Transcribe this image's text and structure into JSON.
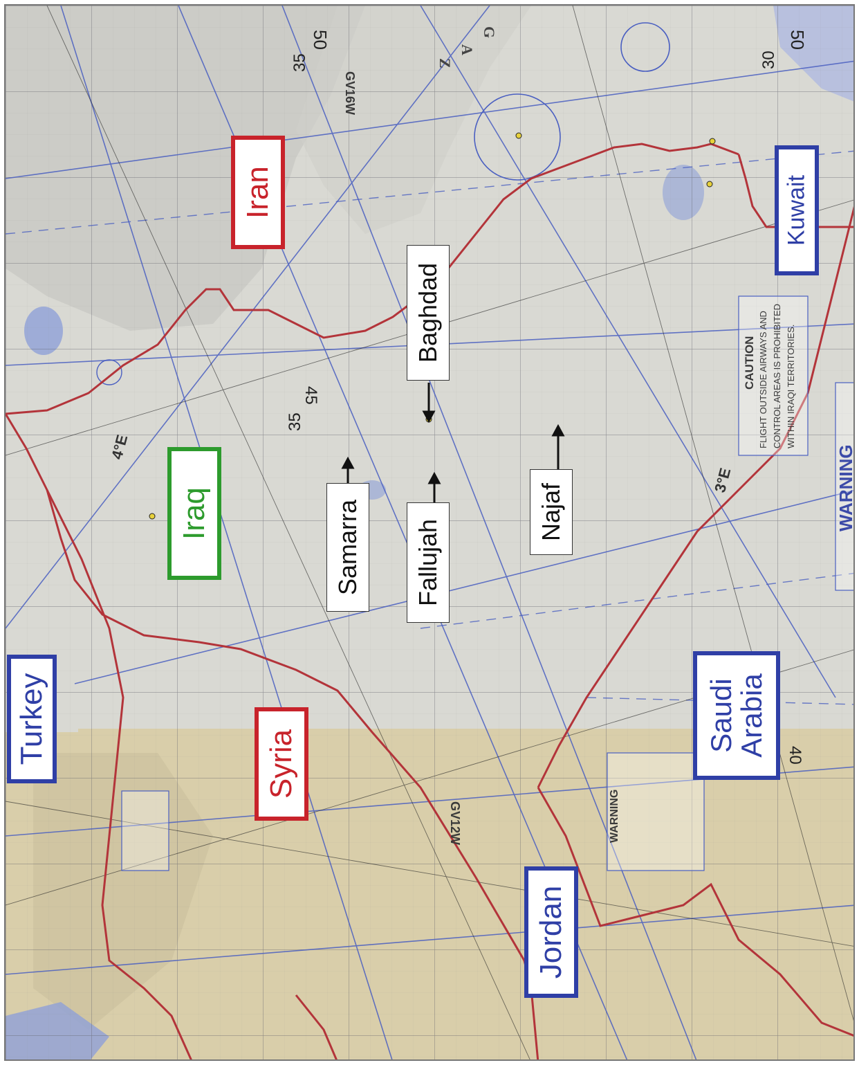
{
  "colors": {
    "country_blue": "#2f3fa6",
    "country_red": "#c8232b",
    "country_green": "#2d9b2d",
    "border_red": "#b3343a",
    "chart_blue": "#4a5fc1",
    "terrain_gray": "#d9d9d3",
    "terrain_tan": "#d9ceaa",
    "water_blue": "#8ea0d8"
  },
  "countries": {
    "turkey": "Turkey",
    "iran": "Iran",
    "iraq": "Iraq",
    "syria": "Syria",
    "saudi_arabia": "Saudi\nArabia",
    "jordan": "Jordan",
    "kuwait": "Kuwait"
  },
  "cities": {
    "baghdad": "Baghdad",
    "samarra": "Samarra",
    "fallujah": "Fallujah",
    "najaf": "Najaf"
  },
  "chart_text": {
    "caution_1": "CAUTION",
    "caution_2": "FLIGHT OUTSIDE AIRWAYS AND",
    "caution_3": "CONTROL AREAS IS PROHIBITED",
    "caution_4": "WITHIN IRAQI TERRITORIES.",
    "warning_right": "WARNING",
    "warning_jordan": "WARNING",
    "route_gv16w": "GV16W",
    "route_gv12w": "GV12W",
    "grid_50_top": "50",
    "grid_50_right": "50",
    "grid_35_top": "35",
    "grid_35_mid": "35",
    "grid_45": "45",
    "grid_40": "40",
    "grid_30": "30",
    "zagros_1": "Z",
    "zagros_2": "A",
    "zagros_3": "G",
    "meridian_4e": "4°E",
    "meridian_3e": "3°E"
  }
}
